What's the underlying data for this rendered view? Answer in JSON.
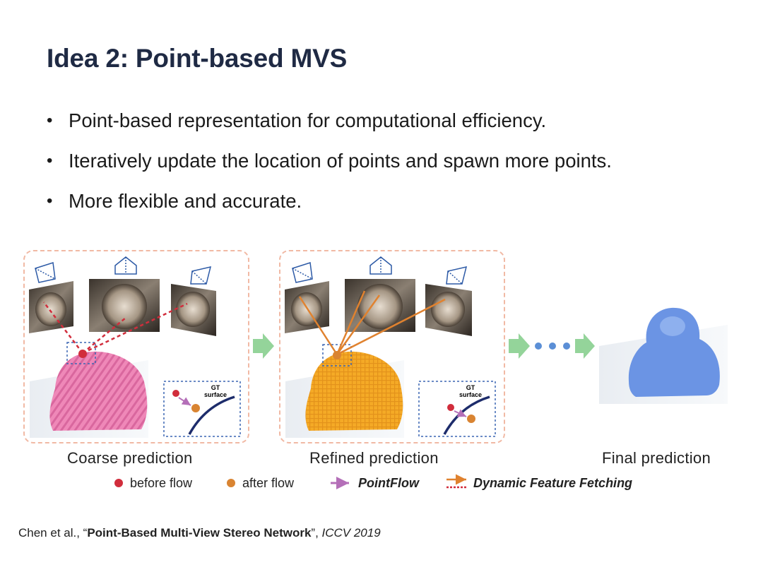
{
  "slide": {
    "title": "Idea 2: Point-based MVS",
    "bullets": [
      "Point-based representation for computational efficiency.",
      "Iteratively update the location of points and spawn more points.",
      "More flexible and accurate."
    ]
  },
  "figure": {
    "captions": {
      "coarse": "Coarse prediction",
      "refined": "Refined prediction",
      "final": "Final prediction"
    },
    "inset_label_line1": "GT",
    "inset_label_line2": "surface",
    "legend": {
      "before_flow": "before flow",
      "after_flow": "after flow",
      "pointflow": "PointFlow",
      "dynamic_feature_fetching": "Dynamic Feature Fetching"
    },
    "colors": {
      "before_flow": "#d12d3c",
      "after_flow": "#d98432",
      "pointflow_arrow": "#b46fb8",
      "fetch_arrow": "#e0822f",
      "coarse_cloud": "#ef88b8",
      "refined_cloud": "#f5aa26",
      "final_cloud": "#6b94e4",
      "panel_border": "#f1b9a4",
      "flow_arrow": "#94d49a",
      "flow_dots": "#5b8fd6"
    }
  },
  "citation": {
    "prefix": "Chen et al., “",
    "paper": "Point-Based Multi-View Stereo Network",
    "sep": "”, ",
    "venue": "ICCV 2019"
  }
}
